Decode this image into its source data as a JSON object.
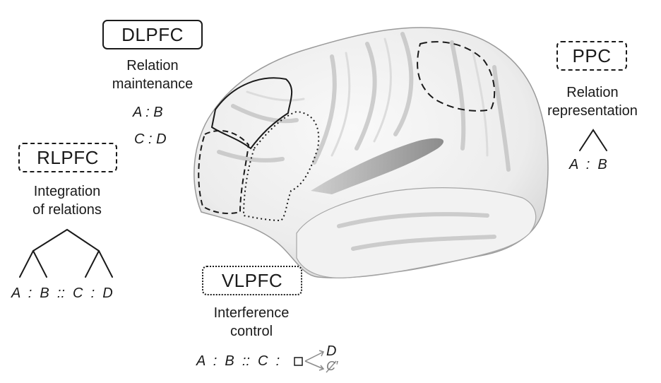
{
  "regions": {
    "dlpfc": {
      "label": "DLPFC",
      "function_line1": "Relation",
      "function_line2": "maintenance",
      "relation_1": "A : B",
      "relation_2": "C : D"
    },
    "rlpfc": {
      "label": "RLPFC",
      "function_line1": "Integration",
      "function_line2": "of relations",
      "relation": "A  :  B  ::  C  :  D"
    },
    "ppc": {
      "label": "PPC",
      "function_line1": "Relation",
      "function_line2": "representation",
      "relation": "A  :  B"
    },
    "vlpfc": {
      "label": "VLPFC",
      "function_line1": "Interference",
      "function_line2": "control",
      "relation": "A  :  B  ::  C  :",
      "option_correct": "D",
      "option_rejected": "C′"
    }
  },
  "colors": {
    "ink": "#1a1a1a",
    "brain_fill": "#efefef",
    "brain_shadow": "#b8b8b8",
    "arrow_gray": "#8c8c8c"
  },
  "icons": {
    "brain": "brain-lateral-view-illustration",
    "tree": "binary-tree-icon",
    "choice_arrows": "fork-arrow-icon"
  }
}
